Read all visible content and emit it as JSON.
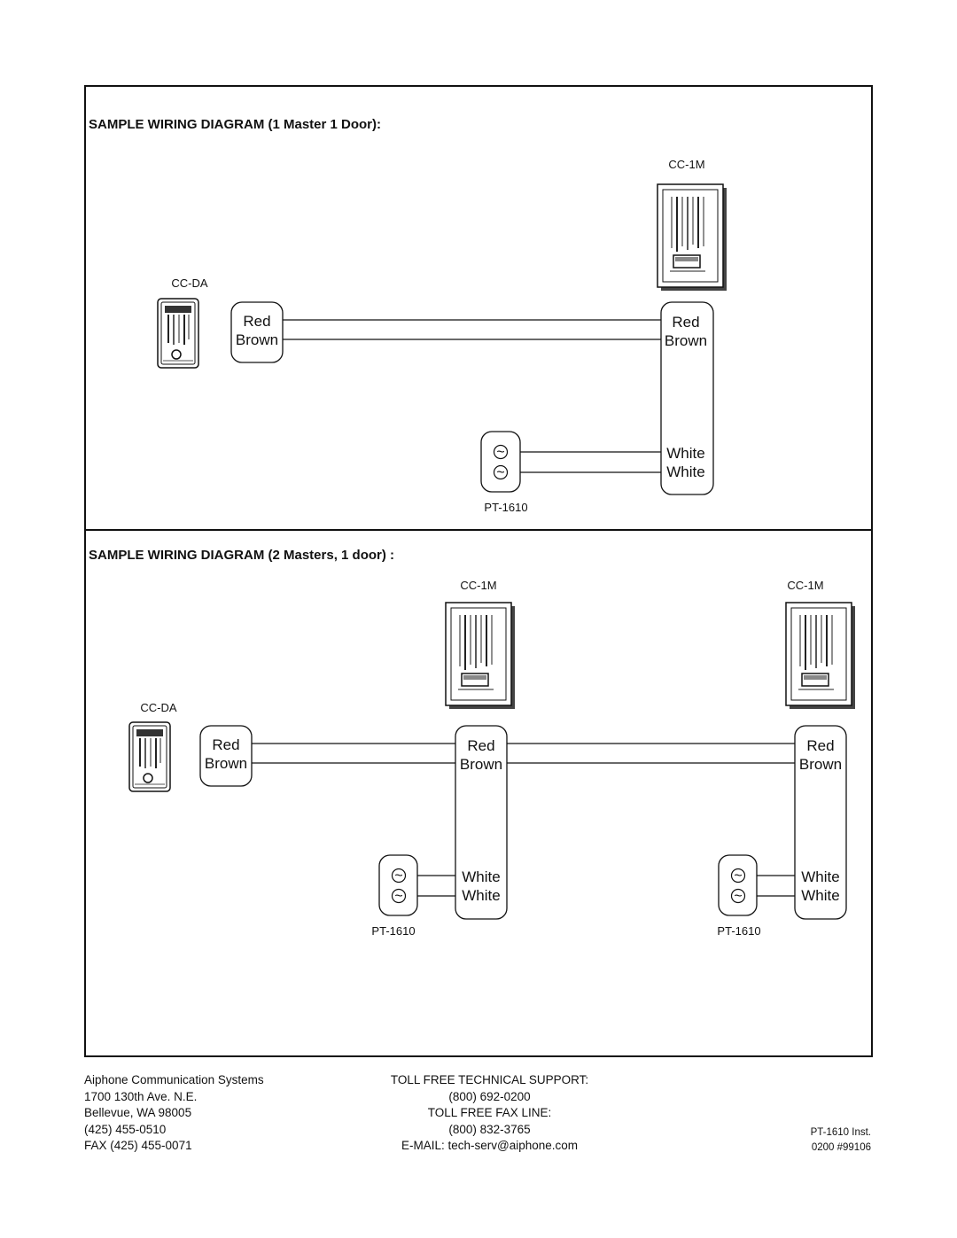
{
  "diagram1": {
    "title": "SAMPLE WIRING DIAGRAM (1 Master 1 Door):",
    "door_label": "CC-DA",
    "master_label": "CC-1M",
    "transformer_label": "PT-1610",
    "door_wires": [
      "Red",
      "Brown"
    ],
    "master_wires": [
      "Red",
      "Brown"
    ],
    "power_wires": [
      "White",
      "White"
    ],
    "transformer_terminals": [
      "~",
      "~"
    ]
  },
  "diagram2": {
    "title": "SAMPLE WIRING DIAGRAM (2 Masters, 1 door) :",
    "door_label": "CC-DA",
    "master1_label": "CC-1M",
    "master2_label": "CC-1M",
    "transformer1_label": "PT-1610",
    "transformer2_label": "PT-1610",
    "door_wires": [
      "Red",
      "Brown"
    ],
    "master1_wires": [
      "Red",
      "Brown"
    ],
    "master2_wires": [
      "Red",
      "Brown"
    ],
    "power1_wires": [
      "White",
      "White"
    ],
    "power2_wires": [
      "White",
      "White"
    ],
    "transformer_terminals": [
      "~",
      "~"
    ]
  },
  "footer": {
    "company": [
      "Aiphone Communication Systems",
      "1700 130th Ave. N.E.",
      "Bellevue, WA  98005",
      "(425) 455-0510",
      "FAX (425) 455-0071"
    ],
    "support": [
      "TOLL FREE TECHNICAL SUPPORT:",
      "(800) 692-0200",
      "TOLL FREE FAX LINE:",
      "(800) 832-3765",
      "E-MAIL: tech-serv@aiphone.com"
    ],
    "doc": [
      "PT-1610 Inst.",
      "0200  #99106"
    ]
  }
}
